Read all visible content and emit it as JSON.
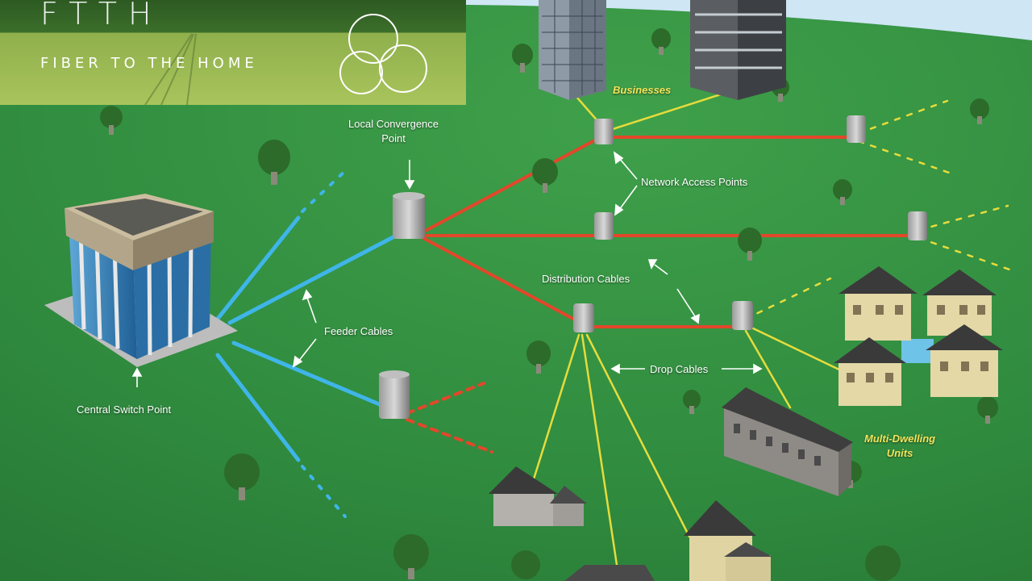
{
  "inset": {
    "title": "FTTH",
    "subtitle": "FIBER TO THE HOME"
  },
  "labels": {
    "local_convergence": "Local Convergence\nPoint",
    "businesses": "Businesses",
    "network_access_points": "Network Access Points",
    "distribution_cables": "Distribution Cables",
    "feeder_cables": "Feeder Cables",
    "drop_cables": "Drop Cables",
    "central_switch_point": "Central Switch Point",
    "multi_dwelling_units": "Multi-Dwelling\nUnits"
  },
  "colors": {
    "grass": "#2f8a3e",
    "feeder_cable": "#3fb5e8",
    "distribution_cable": "#e3472a",
    "drop_cable": "#e6dc3c",
    "sky": "#cfe6f5"
  },
  "icons": [
    "central-switch-building",
    "convergence-cabinet",
    "network-access-point",
    "tree",
    "house",
    "office-tower",
    "multi-dwelling-building"
  ]
}
